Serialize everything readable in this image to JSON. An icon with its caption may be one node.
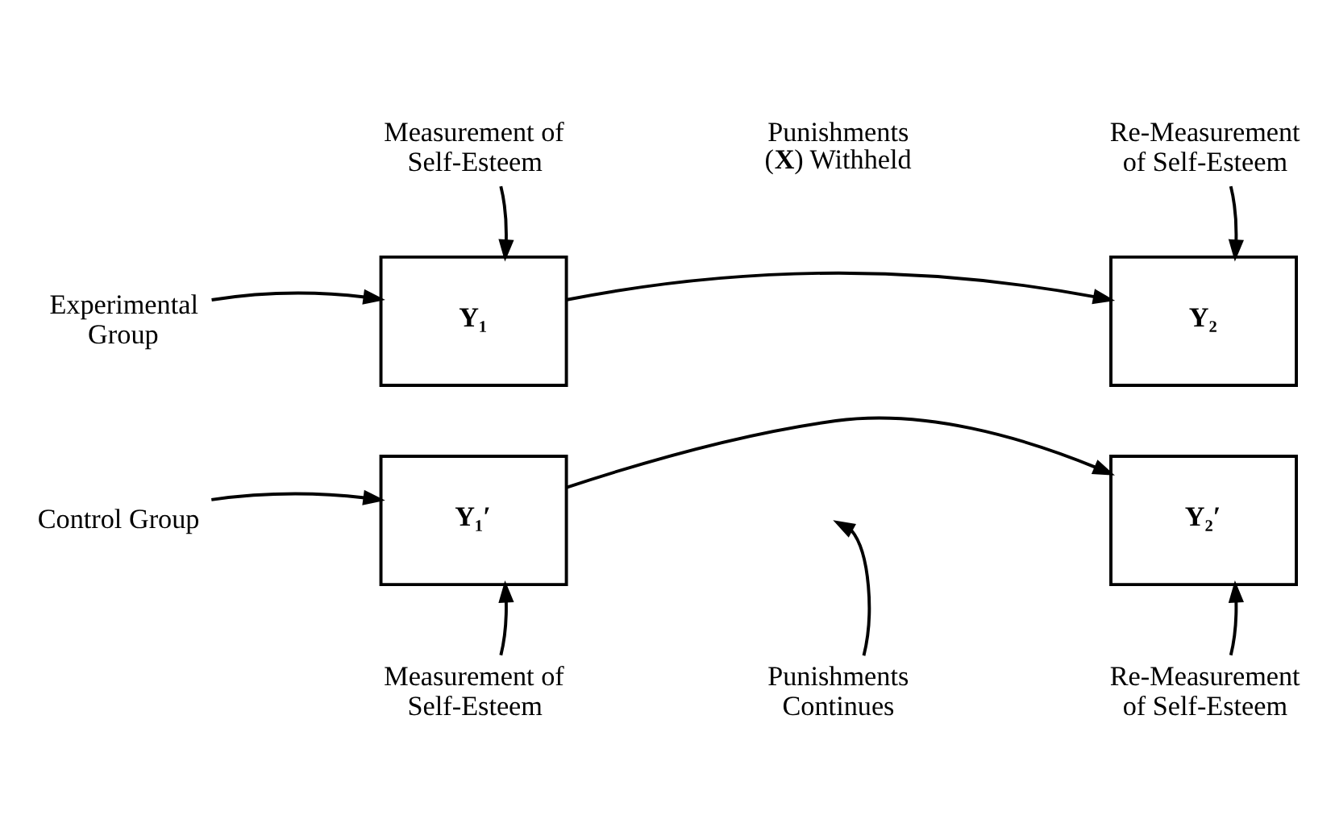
{
  "diagram": {
    "nodes": [
      {
        "text": [
          "Experimental Group"
        ]
      },
      {
        "text": [
          "Measurement of Self-Esteem"
        ]
      },
      {
        "text": [
          "Y₁"
        ]
      },
      {
        "text": [
          "Re-Measurement of Self-Esteem"
        ]
      },
      {
        "text": [
          "Y₂"
        ]
      },
      {
        "text": [
          "Control Group"
        ]
      },
      {
        "text": [
          "Y₁′"
        ]
      },
      {
        "text": [
          "Y₂′"
        ]
      },
      {
        "text": [
          "Measurement of Self-Esteem"
        ]
      },
      {
        "text": [
          "Punishments Continues"
        ]
      },
      {
        "text": [
          "Re-Measurement of Self-Esteem"
        ]
      }
    ],
    "edges": [
      {
        "from": 0,
        "to": 2,
        "arrow": "to"
      },
      {
        "from": 1,
        "to": 2,
        "arrow": "to"
      },
      {
        "from": 2,
        "to": 4,
        "arrow": "to"
      },
      {
        "from": 3,
        "to": 4,
        "arrow": "to"
      },
      {
        "from": 5,
        "to": 6,
        "arrow": "to"
      },
      {
        "from": 6,
        "to": 7,
        "arrow": "to"
      },
      {
        "from": 8,
        "to": 6,
        "arrow": "to"
      },
      {
        "from": 9,
        "to": null,
        "arrow": "to"
      },
      {
        "from": 10,
        "to": 7,
        "arrow": "to"
      }
    ],
    "labels": [
      "Punishments (**X**) Withheld"
    ]
  }
}
